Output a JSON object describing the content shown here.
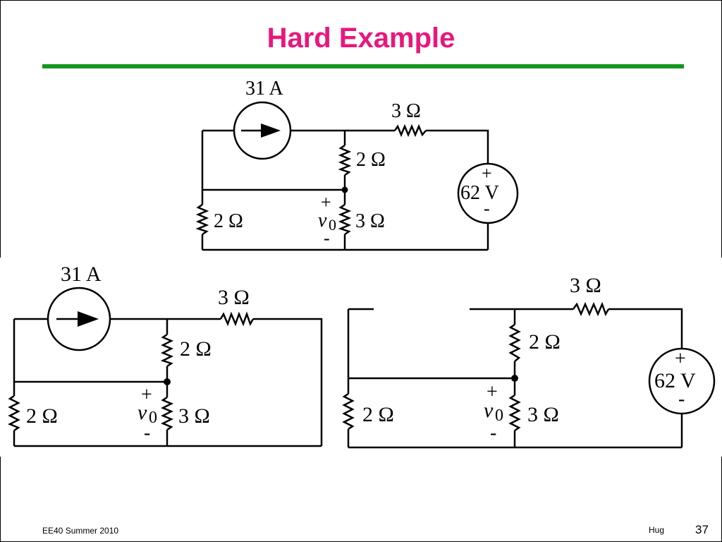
{
  "slide": {
    "title": "Hard Example",
    "footer_left": "EE40 Summer 2010",
    "footer_author": "Hug",
    "page_number": "37"
  },
  "circuits": {
    "full": {
      "current_source": "31 A",
      "r_series": "3 Ω",
      "r_upper": "2 Ω",
      "r_lower": "3 Ω",
      "r_left": "2 Ω",
      "voltage_source": "62 V",
      "plus": "+",
      "minus": "-",
      "v0": "v",
      "v0_sub": "0"
    },
    "current_only": {
      "current_source": "31 A",
      "r_series": "3 Ω",
      "r_upper": "2 Ω",
      "r_lower": "3 Ω",
      "r_left": "2 Ω",
      "plus": "+",
      "minus": "-",
      "v0": "v",
      "v0_sub": "0"
    },
    "voltage_only": {
      "r_series": "3 Ω",
      "r_upper": "2 Ω",
      "r_lower": "3 Ω",
      "r_left": "2 Ω",
      "voltage_source": "62 V",
      "plus": "+",
      "minus": "-",
      "v0": "v",
      "v0_sub": "0"
    }
  }
}
